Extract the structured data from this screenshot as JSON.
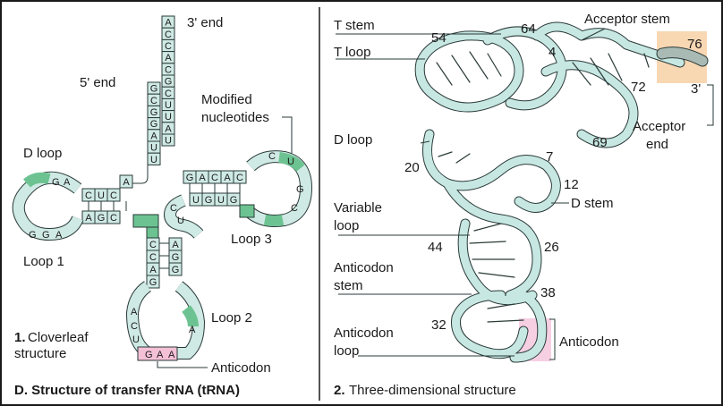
{
  "colors": {
    "rna_fill": "#cfe9e4",
    "rna_stroke": "#2a3a38",
    "modified": "#6cc391",
    "anticodon_bg": "#f4c0d6",
    "acceptor_bg": "#f8d7b3",
    "ribbon": "#c7e7e2"
  },
  "left_panel": {
    "acceptor_sequence": [
      "A",
      "C",
      "C",
      "A",
      "C",
      "G",
      "C",
      "U",
      "U",
      "A"
    ],
    "strand_5prime": [
      "G",
      "C",
      "G",
      "G",
      "A",
      "U",
      "U"
    ],
    "labels": {
      "three_end": "3' end",
      "five_end": "5' end",
      "modified": "Modified",
      "nucleotides": "nucleotides",
      "d_loop": "D loop",
      "loop1": "Loop 1",
      "loop2": "Loop 2",
      "loop3": "Loop 3",
      "anticodon": "Anticodon",
      "caption_num": "1.",
      "caption_a": "Cloverleaf",
      "caption_b": "structure"
    },
    "d_stem_upper": [
      "C",
      "U",
      "C"
    ],
    "d_stem_lower": [
      "A",
      "G",
      "C"
    ],
    "d_loop_left": [
      "G",
      "A"
    ],
    "d_loop_lower": [
      "G",
      "G",
      "A"
    ],
    "t_stem_upper": [
      "G",
      "A",
      "C",
      "A",
      "C"
    ],
    "t_stem_lower": [
      "U",
      "G",
      "U",
      "G"
    ],
    "t_loop_letters": [
      "C",
      "U",
      "G",
      "C"
    ],
    "ac_stem_left": [
      "C",
      "C",
      "A",
      "G"
    ],
    "ac_stem_right": [
      "A",
      "G",
      "G"
    ],
    "ac_loop_letters": [
      "A",
      "C",
      "U"
    ],
    "anticodon_letters": [
      "G",
      "A",
      "A"
    ],
    "ac_loop_right": [
      "A"
    ],
    "var_letters": [
      "C",
      "U"
    ],
    "connector": [
      "A"
    ]
  },
  "right_panel": {
    "labels": {
      "t_stem": "T stem",
      "t_loop": "T loop",
      "d_loop": "D loop",
      "variable_a": "Variable",
      "variable_b": "loop",
      "anticodon_stem_a": "Anticodon",
      "anticodon_stem_b": "stem",
      "anticodon_loop_a": "Anticodon",
      "anticodon_loop_b": "loop",
      "acceptor_stem": "Acceptor stem",
      "acceptor_end_a": "Acceptor",
      "acceptor_end_b": "end",
      "d_stem": "D stem",
      "anticodon": "Anticodon"
    },
    "numbers": {
      "n54": "54",
      "n64": "64",
      "n4": "4",
      "n76": "76",
      "n3p": "3'",
      "n72": "72",
      "n69": "69",
      "n7": "7",
      "n12": "12",
      "n20": "20",
      "n44": "44",
      "n26": "26",
      "n38": "38",
      "n32": "32"
    }
  },
  "footer": {
    "left_title": "D. Structure of transfer RNA (tRNA)",
    "right_num": "2.",
    "right_caption": "Three-dimensional structure"
  }
}
